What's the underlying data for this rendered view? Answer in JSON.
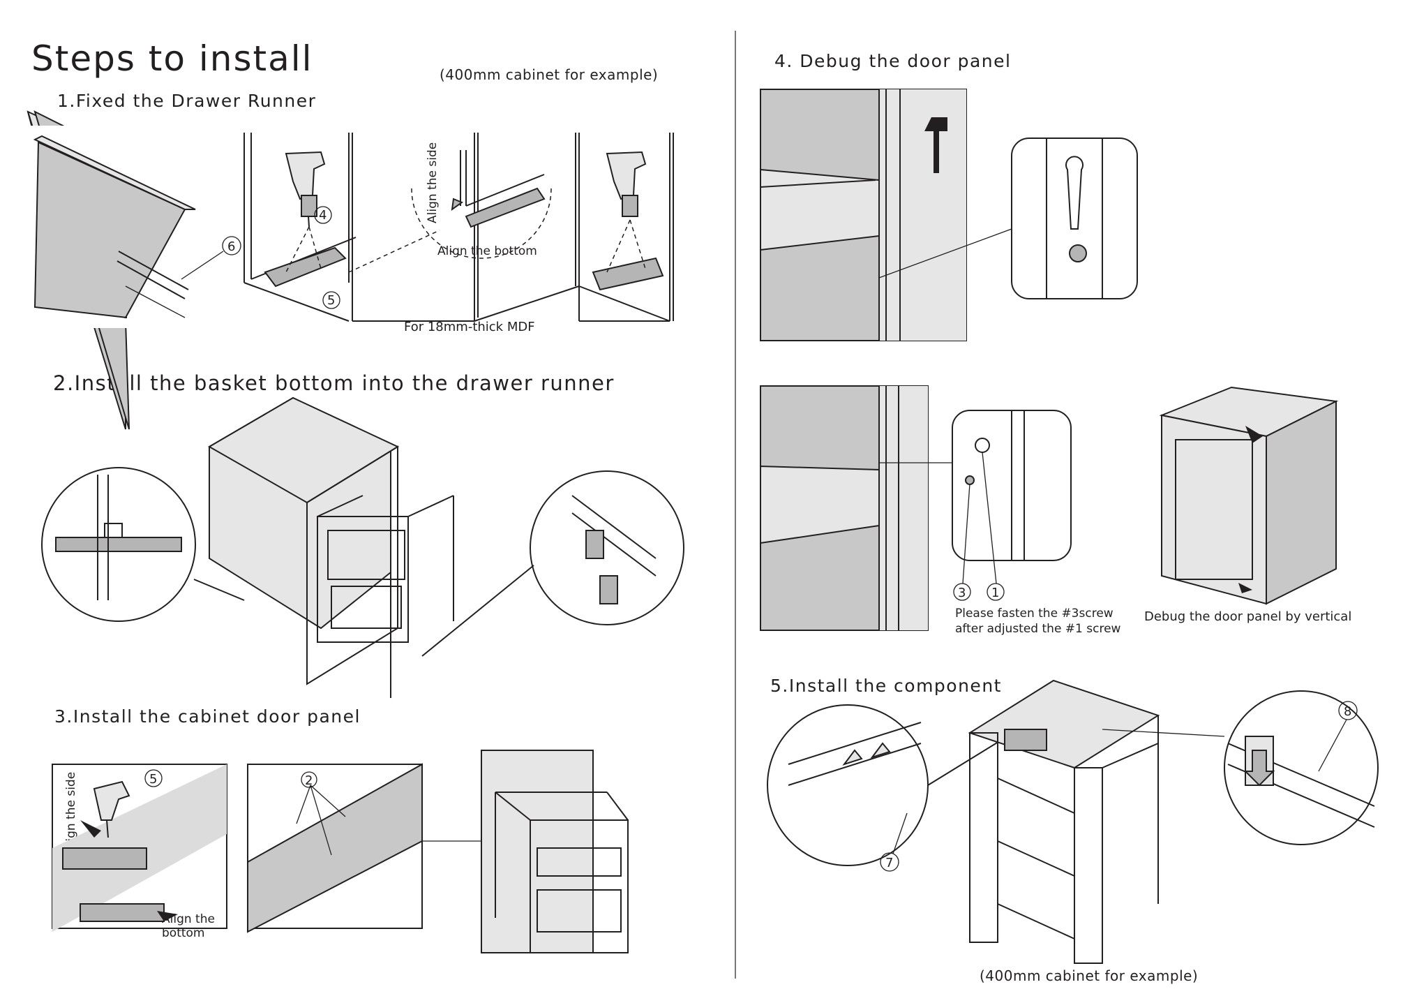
{
  "page": {
    "title": "Steps to install",
    "example_note_top": "(400mm cabinet for example)",
    "example_note_bottom": "(400mm cabinet for example)"
  },
  "step1": {
    "heading": "1.Fixed the Drawer Runner",
    "align_side": "Align the side",
    "align_bottom": "Align the bottom",
    "mdf_note": "For 18mm-thick MDF",
    "part_numbers": [
      "6",
      "4",
      "5"
    ]
  },
  "step2": {
    "heading": "2.Install the basket bottom into the drawer runner"
  },
  "step3": {
    "heading": "3.Install the cabinet door panel",
    "align_side": "Align the side",
    "align_bottom_line1": "Align the",
    "align_bottom_line2": "bottom",
    "part_numbers": [
      "5",
      "2"
    ]
  },
  "step4": {
    "heading": "4. Debug the door panel",
    "screw_note_line1": "Please fasten the #3screw",
    "screw_note_line2": "after adjusted the #1 screw",
    "vertical_note": "Debug the door panel by vertical",
    "part_numbers": [
      "3",
      "1"
    ]
  },
  "step5": {
    "heading": "5.Install the component",
    "part_numbers": [
      "7",
      "8"
    ]
  },
  "colors": {
    "text": "#231f20",
    "panel_grey": "#c8c8c8",
    "divider": "#777777"
  },
  "icons": [
    "drill-icon",
    "arrow-down-icon",
    "screw-icon",
    "keyhole-icon"
  ]
}
